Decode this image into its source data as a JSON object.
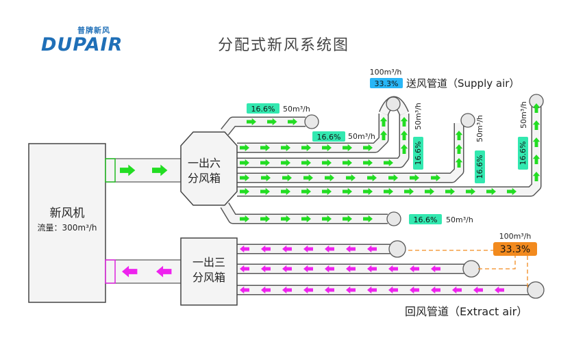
{
  "logo": {
    "chinese": "普牌新风",
    "brand": "DUPAIR"
  },
  "title": "分配式新风系统图",
  "unit": {
    "main_line1": "新风机",
    "main_line2": "流量：300m³/h"
  },
  "box_supply": {
    "line1": "一出六",
    "line2": "分风箱"
  },
  "box_return": {
    "line1": "一出三",
    "line2": "分风箱"
  },
  "supply_group": {
    "flow": "100m³/h",
    "pct": "33.3%",
    "label": "送风管道（Supply air）",
    "color": "#29b6f6"
  },
  "return_group": {
    "flow": "100m³/h",
    "pct": "33.3%",
    "label": "回风管道（Extract air）",
    "color": "#f28a1e"
  },
  "branch_labels": [
    {
      "pct": "16.6%",
      "flow": "50m³/h"
    },
    {
      "pct": "16.6%",
      "flow": "50m³/h"
    },
    {
      "pct": "16.6%",
      "flow": "50m³/h"
    },
    {
      "pct": "16.6%",
      "flow": "50m³/h"
    },
    {
      "pct": "16.6%",
      "flow": "50m³/h"
    },
    {
      "pct": "16.6%",
      "flow": "50m³/h"
    }
  ],
  "colors": {
    "supply_arrow": "#22dd22",
    "return_arrow": "#ee22ee",
    "pct_green": "#33e8b0",
    "duct_stroke": "#555555",
    "duct_fill": "#f4f4f4"
  }
}
